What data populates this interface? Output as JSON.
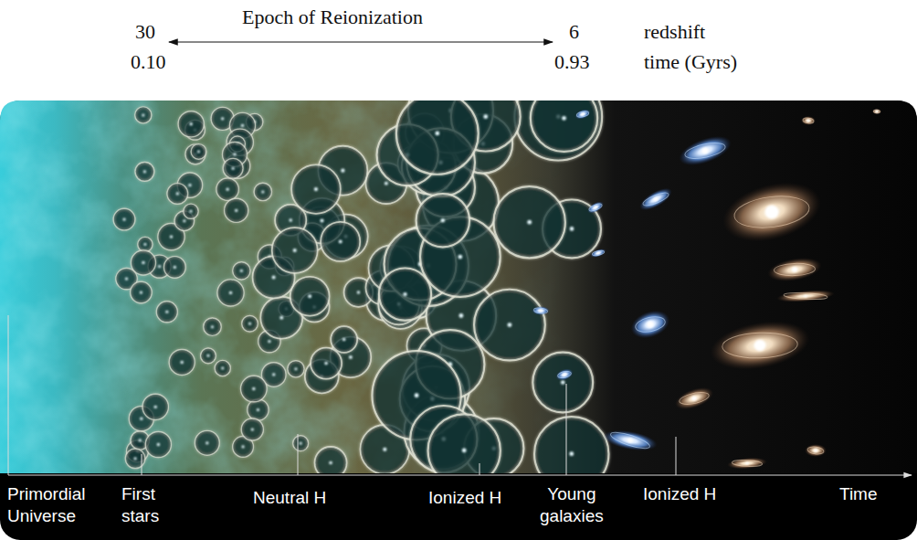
{
  "diagram": {
    "labels": [
      "Epoch of Reionization",
      "30",
      "6",
      "redshift",
      "0.10",
      "0.93",
      "time (Gyrs)",
      "Primordial Universe",
      "First stars",
      "Neutral H",
      "Ionized H",
      "Young galaxies",
      "Ionized H",
      "Time"
    ]
  }
}
